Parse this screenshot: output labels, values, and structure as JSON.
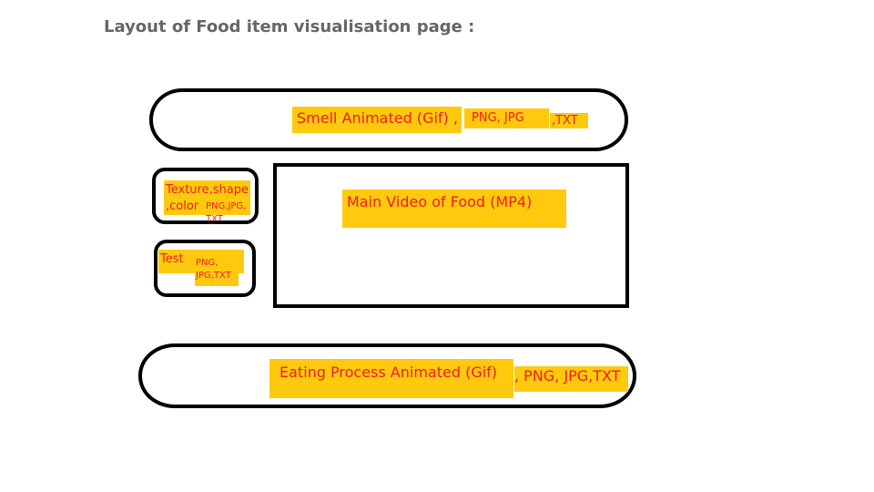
{
  "title": "Layout of Food item visualisation page :",
  "smell": {
    "label": "Smell Animated (Gif) ,",
    "formats": "PNG, JPG",
    "txt": ",TXT"
  },
  "texture": {
    "label_line1": "Texture,shape",
    "label_line2": ",color",
    "formats_line1": "PNG,JPG,",
    "formats_line2": "TXT"
  },
  "test": {
    "label": "Test",
    "formats_line1": "PNG,",
    "formats_line2": "JPG,TXT"
  },
  "main_video": {
    "label": "Main Video of Food (MP4)"
  },
  "eating": {
    "label": "Eating Process Animated (Gif)",
    "formats": ", PNG, JPG,TXT"
  },
  "colors": {
    "highlight": "#ffc90e",
    "text": "#ed1c24",
    "outline": "#000000",
    "title": "#666666"
  }
}
